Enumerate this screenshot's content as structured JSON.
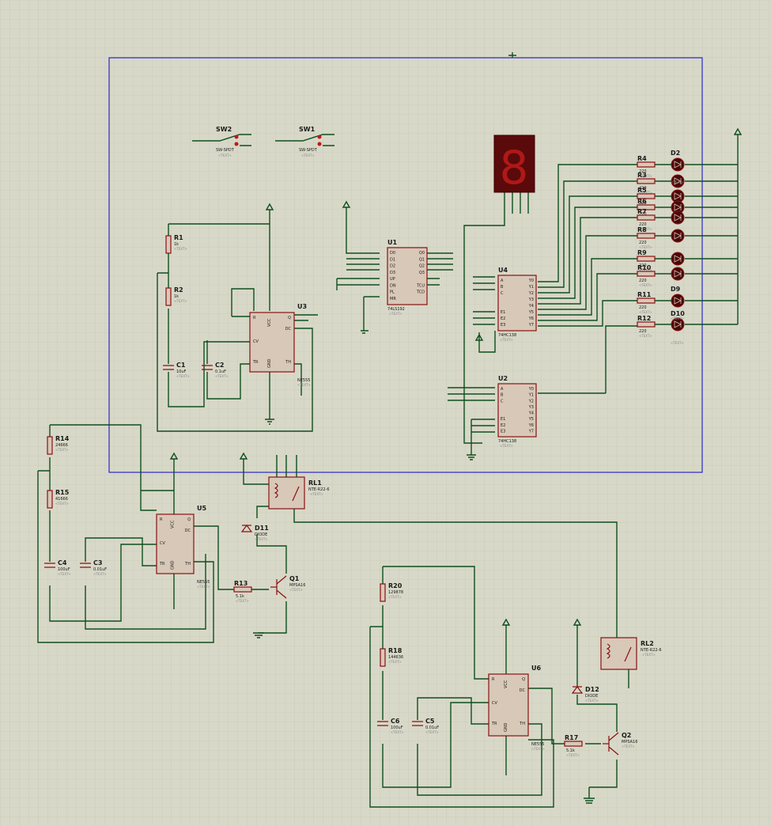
{
  "components": {
    "resistors": [
      {
        "ref": "R1",
        "value": "1k"
      },
      {
        "ref": "R2",
        "value": "1k"
      },
      {
        "ref": "R4",
        "value": "220"
      },
      {
        "ref": "R3",
        "value": "220"
      },
      {
        "ref": "R5",
        "value": "220"
      },
      {
        "ref": "R6",
        "value": "220"
      },
      {
        "ref": "R7",
        "value": "220"
      },
      {
        "ref": "R8",
        "value": "220"
      },
      {
        "ref": "R9",
        "value": "220"
      },
      {
        "ref": "R10",
        "value": "220"
      },
      {
        "ref": "R11",
        "value": "220"
      },
      {
        "ref": "R12",
        "value": "220"
      },
      {
        "ref": "R14",
        "value": "24666"
      },
      {
        "ref": "R15",
        "value": "41666"
      },
      {
        "ref": "R13",
        "value": "5.1k"
      },
      {
        "ref": "R20",
        "value": "129878"
      },
      {
        "ref": "R18",
        "value": "144636"
      },
      {
        "ref": "R17",
        "value": "5.1k"
      }
    ],
    "capacitors": [
      {
        "ref": "C1",
        "value": "10uF"
      },
      {
        "ref": "C2",
        "value": "0.1uF"
      },
      {
        "ref": "C4",
        "value": "100uF"
      },
      {
        "ref": "C3",
        "value": "0.01uF"
      },
      {
        "ref": "C6",
        "value": "100uF"
      },
      {
        "ref": "C5",
        "value": "0.01uF"
      }
    ],
    "ics": [
      {
        "ref": "U3",
        "part": "NE555",
        "pins_left": [
          "R",
          "",
          "CV",
          "TR"
        ],
        "pins_right": [
          "Q",
          "DC",
          "",
          "TH"
        ],
        "pins_top": "VCC",
        "pins_bottom": "GND"
      },
      {
        "ref": "U5",
        "part": "NE555",
        "pins_left": [
          "R",
          "",
          "CV",
          "TR"
        ],
        "pins_right": [
          "Q",
          "DC",
          "",
          "TH"
        ],
        "pins_top": "VCC",
        "pins_bottom": "GND"
      },
      {
        "ref": "U6",
        "part": "NE555",
        "pins_left": [
          "R",
          "",
          "CV",
          "TR"
        ],
        "pins_right": [
          "Q",
          "DC",
          "",
          "TH"
        ],
        "pins_top": "VCC",
        "pins_bottom": "GND"
      },
      {
        "ref": "U1",
        "part": "74LS192",
        "pins_left": [
          "D0",
          "D1",
          "D2",
          "D3",
          "UP",
          "DN",
          "PL",
          "MR"
        ],
        "pins_right": [
          "Q0",
          "Q1",
          "Q2",
          "Q3",
          "",
          "TCU",
          "TCD"
        ]
      },
      {
        "ref": "U4",
        "part": "74HC138",
        "pins_left": [
          "A",
          "B",
          "C",
          "E1",
          "E2",
          "E3"
        ],
        "pins_right": [
          "Y0",
          "Y1",
          "Y2",
          "Y3",
          "Y4",
          "Y5",
          "Y6",
          "Y7"
        ]
      },
      {
        "ref": "U2",
        "part": "74HC138",
        "pins_left": [
          "A",
          "B",
          "C",
          "E1",
          "E2",
          "E3"
        ],
        "pins_right": [
          "Y0",
          "Y1",
          "Y2",
          "Y3",
          "Y4",
          "Y5",
          "Y6",
          "Y7"
        ]
      }
    ],
    "switches": [
      {
        "ref": "SW2",
        "part": "SW-SPDT"
      },
      {
        "ref": "SW1",
        "part": "SW-SPDT"
      }
    ],
    "relays": [
      {
        "ref": "RL1",
        "part": "NTE-R22-6"
      },
      {
        "ref": "RL2",
        "part": "NTE-R22-6"
      }
    ],
    "diodes": [
      {
        "ref": "D11",
        "part": "DIODE"
      },
      {
        "ref": "D12",
        "part": "DIODE"
      }
    ],
    "transistors": [
      {
        "ref": "Q1",
        "part": "MPSA16"
      },
      {
        "ref": "Q2",
        "part": "MPSA16"
      }
    ],
    "leds": [
      {
        "ref": "D2"
      },
      {
        "ref": "D9"
      },
      {
        "ref": "D10"
      }
    ],
    "display": {
      "ref": "7SEG",
      "digit": "8"
    },
    "text_placeholder": "<TEXT>"
  },
  "colors": {
    "background": "#d8d8c8",
    "grid": "#c0c0ae",
    "frame": "#2828c8",
    "wire": "#0e4f1e",
    "component": "#8a1010",
    "component_fill": "#d8c8b8",
    "led": "#5a0a0a"
  }
}
